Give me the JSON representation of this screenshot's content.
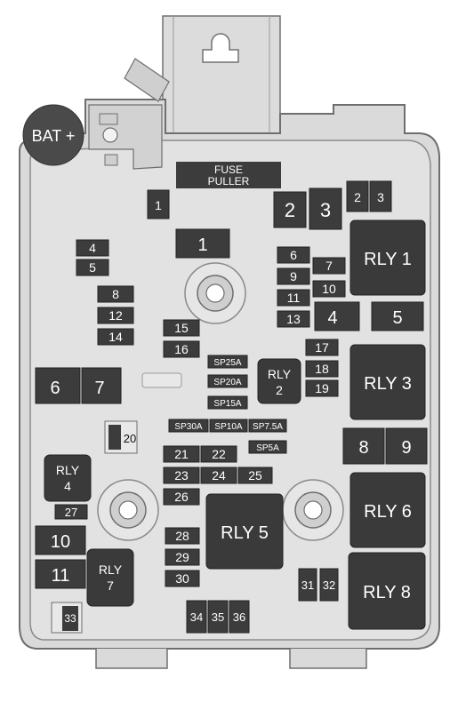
{
  "battery_label": "BAT +",
  "fuse_puller_label": [
    "FUSE",
    "PULLER"
  ],
  "colors": {
    "housing": "#d9d9d9",
    "outline": "#707070",
    "dark_component": "#3c3c3c",
    "relay": "#3a3a3a",
    "battery": "#4a4a4a",
    "label_text": "#ffffff",
    "dark_text": "#111111"
  },
  "components": [
    {
      "id": "fuse-1-small",
      "label": "1",
      "kind": "mini"
    },
    {
      "id": "fuse-1-large",
      "label": "1",
      "kind": "maxi"
    },
    {
      "id": "fuse-2",
      "label": "2",
      "kind": "maxi"
    },
    {
      "id": "fuse-3",
      "label": "3",
      "kind": "maxi"
    },
    {
      "id": "fuse-2-small",
      "label": "2",
      "kind": "mini"
    },
    {
      "id": "fuse-3-small",
      "label": "3",
      "kind": "mini"
    },
    {
      "id": "relay-1",
      "label": "RLY 1",
      "kind": "relay"
    },
    {
      "id": "fuse-4-left",
      "label": "4",
      "kind": "mini"
    },
    {
      "id": "fuse-5-left",
      "label": "5",
      "kind": "mini"
    },
    {
      "id": "fuse-6",
      "label": "6",
      "kind": "mini"
    },
    {
      "id": "fuse-7",
      "label": "7",
      "kind": "mini"
    },
    {
      "id": "fuse-9",
      "label": "9",
      "kind": "mini"
    },
    {
      "id": "fuse-10",
      "label": "10",
      "kind": "mini"
    },
    {
      "id": "fuse-11",
      "label": "11",
      "kind": "mini"
    },
    {
      "id": "fuse-13",
      "label": "13",
      "kind": "mini"
    },
    {
      "id": "fuse-4-large",
      "label": "4",
      "kind": "maxi"
    },
    {
      "id": "fuse-5-large",
      "label": "5",
      "kind": "maxi"
    },
    {
      "id": "fuse-8",
      "label": "8",
      "kind": "mini"
    },
    {
      "id": "fuse-12",
      "label": "12",
      "kind": "mini"
    },
    {
      "id": "fuse-14",
      "label": "14",
      "kind": "mini"
    },
    {
      "id": "fuse-15",
      "label": "15",
      "kind": "mini"
    },
    {
      "id": "fuse-16",
      "label": "16",
      "kind": "mini"
    },
    {
      "id": "fuse-17",
      "label": "17",
      "kind": "mini"
    },
    {
      "id": "fuse-18",
      "label": "18",
      "kind": "mini"
    },
    {
      "id": "fuse-19",
      "label": "19",
      "kind": "mini"
    },
    {
      "id": "relay-2",
      "label": "RLY 2",
      "kind": "relay"
    },
    {
      "id": "relay-3",
      "label": "RLY 3",
      "kind": "relay"
    },
    {
      "id": "fuse-6-large",
      "label": "6",
      "kind": "maxi"
    },
    {
      "id": "fuse-7-large",
      "label": "7",
      "kind": "maxi"
    },
    {
      "id": "sp25a",
      "label": "SP25A",
      "kind": "spare"
    },
    {
      "id": "sp20a",
      "label": "SP20A",
      "kind": "spare"
    },
    {
      "id": "sp15a",
      "label": "SP15A",
      "kind": "spare"
    },
    {
      "id": "sp30a",
      "label": "SP30A",
      "kind": "spare"
    },
    {
      "id": "sp10a",
      "label": "SP10A",
      "kind": "spare"
    },
    {
      "id": "sp7-5a",
      "label": "SP7.5A",
      "kind": "spare"
    },
    {
      "id": "sp5a",
      "label": "SP5A",
      "kind": "spare"
    },
    {
      "id": "fuse-20",
      "label": "20",
      "kind": "mini"
    },
    {
      "id": "fuse-8-large",
      "label": "8",
      "kind": "maxi"
    },
    {
      "id": "fuse-9-large",
      "label": "9",
      "kind": "maxi"
    },
    {
      "id": "fuse-21",
      "label": "21",
      "kind": "mini"
    },
    {
      "id": "fuse-22",
      "label": "22",
      "kind": "mini"
    },
    {
      "id": "fuse-23",
      "label": "23",
      "kind": "mini"
    },
    {
      "id": "fuse-24",
      "label": "24",
      "kind": "mini"
    },
    {
      "id": "fuse-25",
      "label": "25",
      "kind": "mini"
    },
    {
      "id": "fuse-26",
      "label": "26",
      "kind": "mini"
    },
    {
      "id": "relay-4",
      "label": "RLY 4",
      "kind": "relay"
    },
    {
      "id": "fuse-27",
      "label": "27",
      "kind": "mini"
    },
    {
      "id": "relay-5",
      "label": "RLY 5",
      "kind": "relay"
    },
    {
      "id": "relay-6",
      "label": "RLY 6",
      "kind": "relay"
    },
    {
      "id": "fuse-10-large",
      "label": "10",
      "kind": "maxi"
    },
    {
      "id": "fuse-11-large",
      "label": "11",
      "kind": "maxi"
    },
    {
      "id": "relay-7",
      "label": "RLY 7",
      "kind": "relay"
    },
    {
      "id": "fuse-28",
      "label": "28",
      "kind": "mini"
    },
    {
      "id": "fuse-29",
      "label": "29",
      "kind": "mini"
    },
    {
      "id": "fuse-30",
      "label": "30",
      "kind": "mini"
    },
    {
      "id": "fuse-31",
      "label": "31",
      "kind": "mini"
    },
    {
      "id": "fuse-32",
      "label": "32",
      "kind": "mini"
    },
    {
      "id": "relay-8",
      "label": "RLY 8",
      "kind": "relay"
    },
    {
      "id": "fuse-33",
      "label": "33",
      "kind": "mini"
    },
    {
      "id": "fuse-34",
      "label": "34",
      "kind": "mini"
    },
    {
      "id": "fuse-35",
      "label": "35",
      "kind": "mini"
    },
    {
      "id": "fuse-36",
      "label": "36",
      "kind": "mini"
    }
  ]
}
